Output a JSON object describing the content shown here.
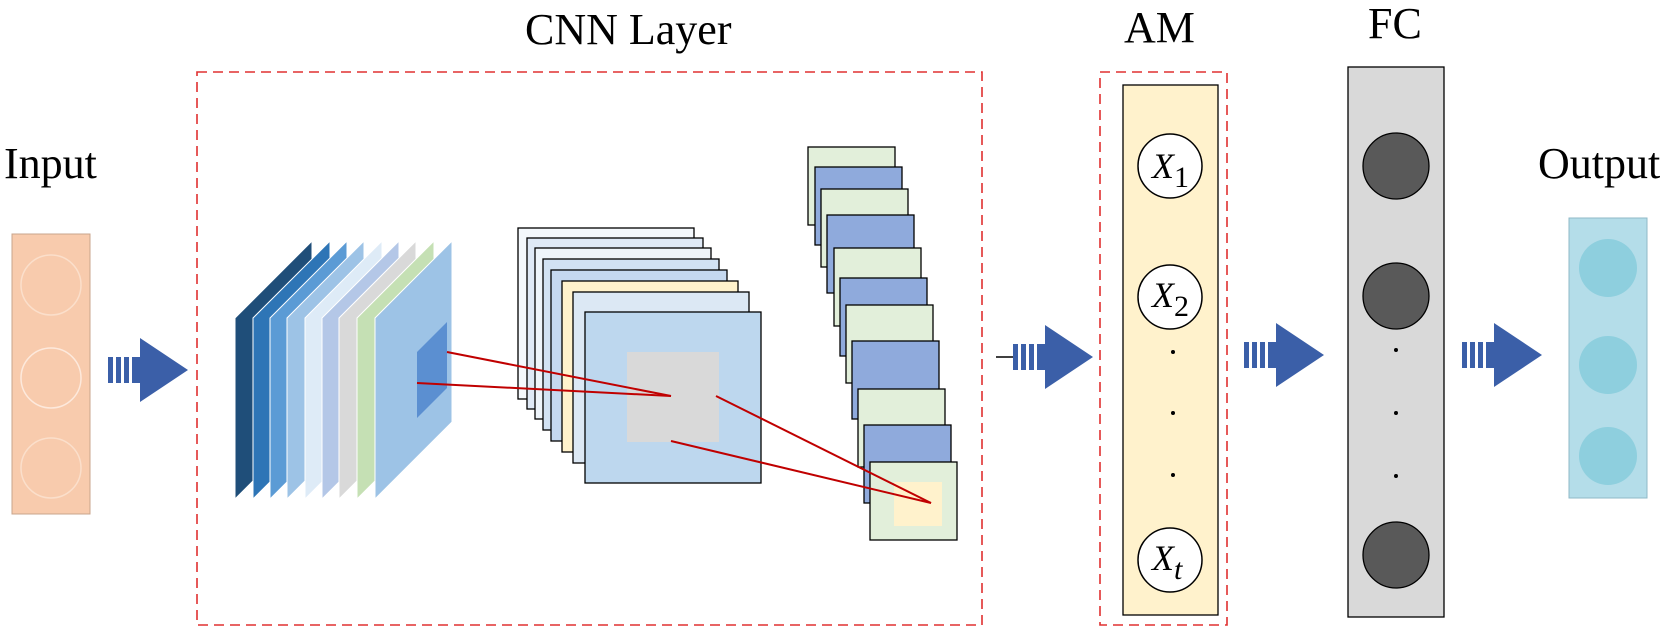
{
  "labels": {
    "input": "Input",
    "cnn": "CNN Layer",
    "am": "AM",
    "fc": "FC",
    "output": "Output"
  },
  "am_nodes": [
    {
      "base": "X",
      "sub": "1"
    },
    {
      "base": "X",
      "sub": "2"
    },
    {
      "base": "X",
      "sub": "t"
    }
  ],
  "colors": {
    "input_bar": "#f8cbad",
    "am_bar": "#fff2cc",
    "fc_bar": "#d9d9d9",
    "output_bar": "#b4dde9",
    "output_node": "#8ecfde",
    "fc_node": "#595959",
    "arrow": "#3b5fa8",
    "dashed_box": "#e03030",
    "connector": "#c00000"
  },
  "icons": {
    "flow_arrow": "block-arrow-icon"
  }
}
